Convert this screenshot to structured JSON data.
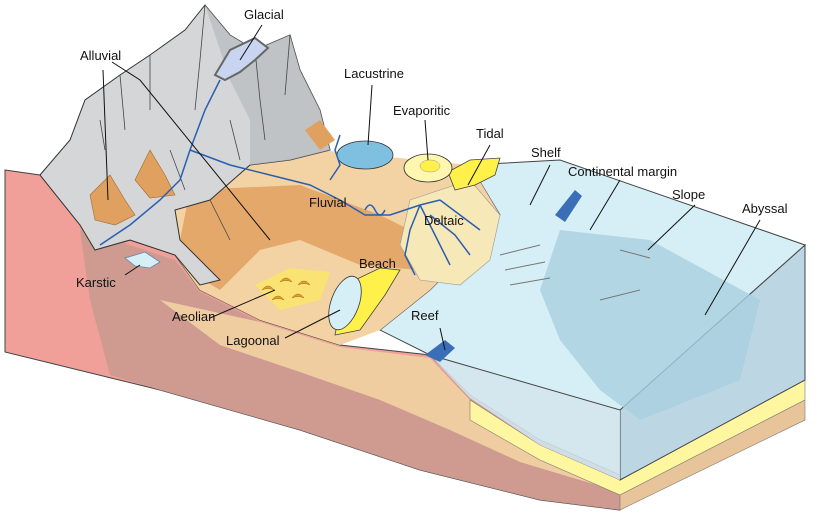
{
  "labels": {
    "glacial": "Glacial",
    "alluvial": "Alluvial",
    "lacustrine": "Lacustrine",
    "evaporitic": "Evaporitic",
    "tidal": "Tidal",
    "shelf": "Shelf",
    "continental_margin": "Continental margin",
    "slope": "Slope",
    "abyssal": "Abyssal",
    "fluvial": "Fluvial",
    "deltaic": "Deltaic",
    "beach": "Beach",
    "karstic": "Karstic",
    "aeolian": "Aeolian",
    "lagoonal": "Lagoonal",
    "reef": "Reef"
  },
  "colors": {
    "mountain": "#d4d6d8",
    "mountain_shade": "#b8bbbe",
    "alluvial_fan": "#e0a060",
    "plain": "#f3d3a3",
    "delta_sand": "#f7e8b8",
    "beach_yellow": "#fff04a",
    "shelf_water": "#d6eef6",
    "deep_water": "#a9cfe0",
    "water_body": "#7fc0e0",
    "river": "#2a5fb0",
    "cliff_red": "#f0a098",
    "cross_section_brown": "#c99a8f",
    "sea_side": "#bcd6e4",
    "reef_blue": "#3a6fb8"
  }
}
